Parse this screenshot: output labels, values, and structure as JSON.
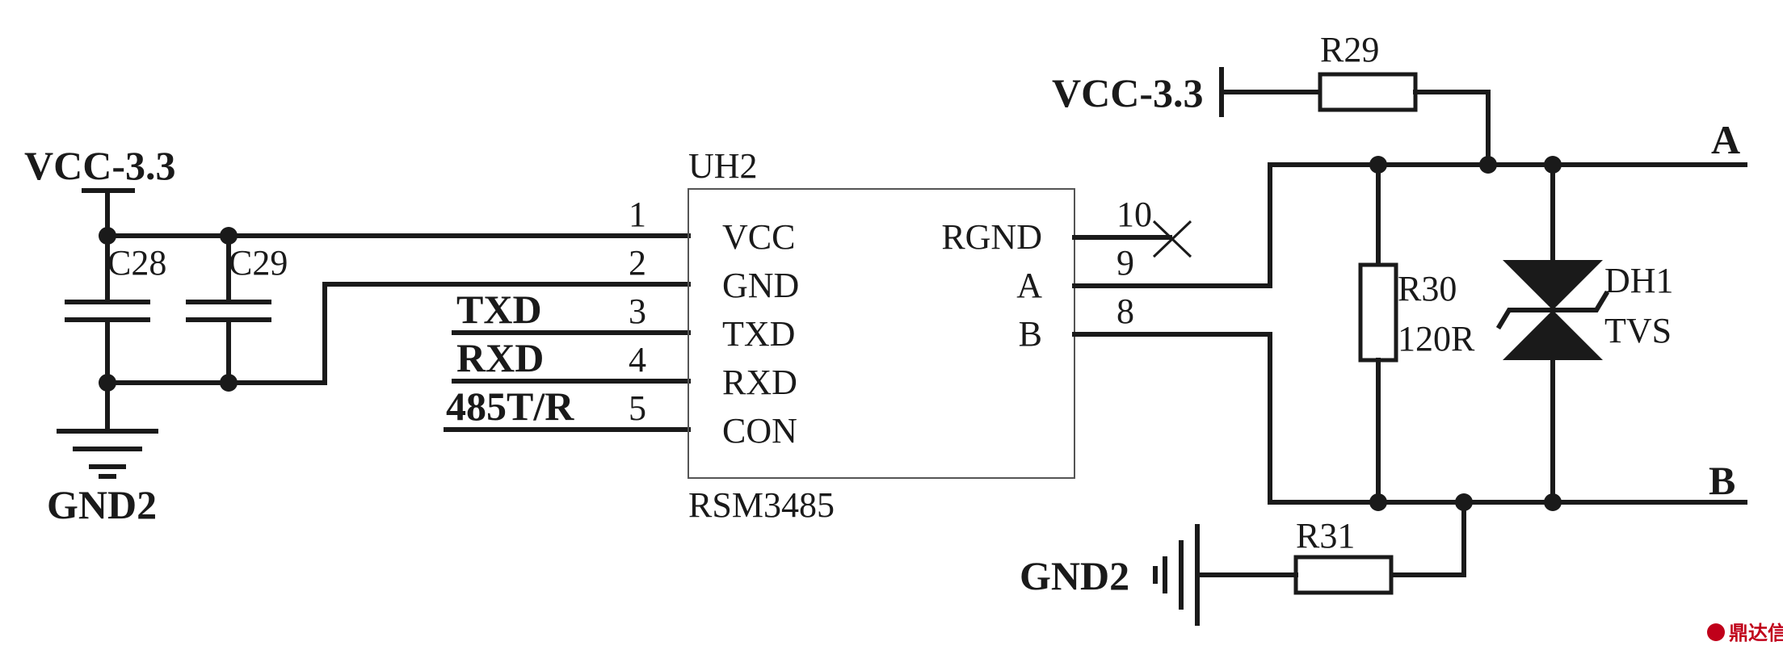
{
  "ic": {
    "ref": "UH2",
    "part": "RSM3485",
    "left_pins": [
      {
        "num": "1",
        "name": "VCC"
      },
      {
        "num": "2",
        "name": "GND"
      },
      {
        "num": "3",
        "name": "TXD"
      },
      {
        "num": "4",
        "name": "RXD"
      },
      {
        "num": "5",
        "name": "CON"
      }
    ],
    "right_pins": [
      {
        "num": "10",
        "name": "RGND"
      },
      {
        "num": "9",
        "name": "A"
      },
      {
        "num": "8",
        "name": "B"
      }
    ]
  },
  "nets": {
    "vcc_left": "VCC-3.3",
    "vcc_right": "VCC-3.3",
    "gnd_left": "GND2",
    "gnd_right": "GND2",
    "txd": "TXD",
    "rxd": "RXD",
    "con": "485T/R",
    "out_a": "A",
    "out_b": "B"
  },
  "components": {
    "c28": "C28",
    "c29": "C29",
    "r29": "R29",
    "r30": "R30",
    "r30_value": "120R",
    "r31": "R31",
    "dh1": "DH1",
    "dh1_value": "TVS"
  },
  "watermark": "鼎达信"
}
